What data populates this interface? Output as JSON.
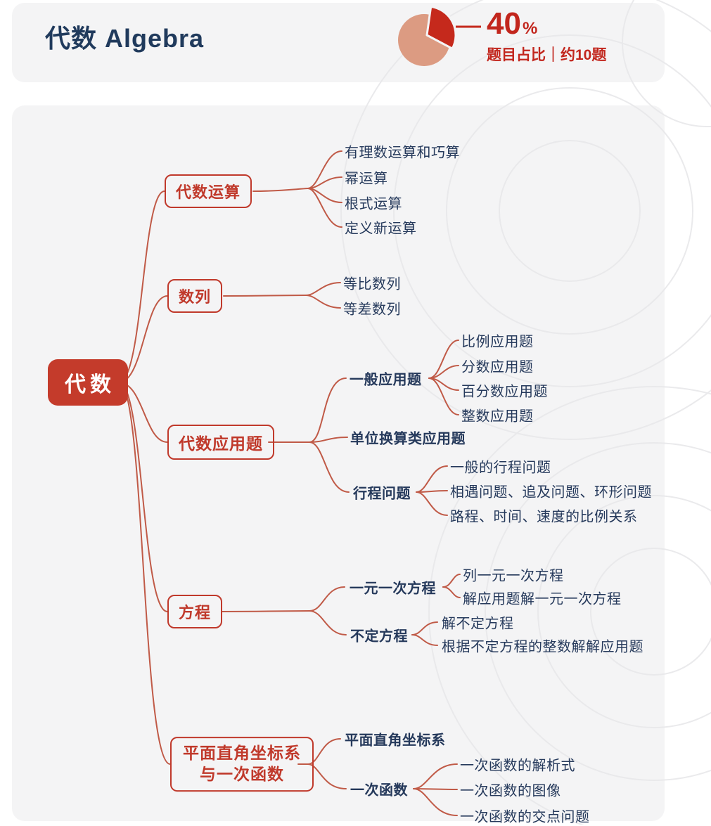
{
  "header": {
    "title": "代数 Algebra",
    "pie_percent": "40",
    "percent_symbol": "%",
    "stat_caption": "题目占比｜约10题"
  },
  "colors": {
    "title_navy": "#203a5c",
    "text_navy": "#25395b",
    "accent_red": "#c0392b",
    "root_red": "#c43b2b",
    "pie_deep_red": "#c5291c",
    "pie_salmon": "#dc9b82",
    "connector": "#c05a47",
    "card_bg": "#f4f4f5",
    "watermark": "#e8e8ea"
  },
  "mindmap": {
    "root_label": "代数",
    "branches": [
      {
        "label": "代数运算",
        "children": [
          {
            "label": "有理数运算和巧算"
          },
          {
            "label": "幂运算"
          },
          {
            "label": "根式运算"
          },
          {
            "label": "定义新运算"
          }
        ]
      },
      {
        "label": "数列",
        "children": [
          {
            "label": "等比数列"
          },
          {
            "label": "等差数列"
          }
        ]
      },
      {
        "label": "代数应用题",
        "children": [
          {
            "label": "一般应用题",
            "children": [
              {
                "label": "比例应用题"
              },
              {
                "label": "分数应用题"
              },
              {
                "label": "百分数应用题"
              },
              {
                "label": "整数应用题"
              }
            ]
          },
          {
            "label": "单位换算类应用题"
          },
          {
            "label": "行程问题",
            "children": [
              {
                "label": "一般的行程问题"
              },
              {
                "label": "相遇问题、追及问题、环形问题"
              },
              {
                "label": "路程、时间、速度的比例关系"
              }
            ]
          }
        ]
      },
      {
        "label": "方程",
        "children": [
          {
            "label": "一元一次方程",
            "children": [
              {
                "label": "列一元一次方程"
              },
              {
                "label": "解应用题解一元一次方程"
              }
            ]
          },
          {
            "label": "不定方程",
            "children": [
              {
                "label": "解不定方程"
              },
              {
                "label": "根据不定方程的整数解解应用题"
              }
            ]
          }
        ]
      },
      {
        "label": "平面直角坐标系与一次函数",
        "label_line1": "平面直角坐标系",
        "label_line2": "与一次函数",
        "children": [
          {
            "label": "平面直角坐标系"
          },
          {
            "label": "一次函数",
            "children": [
              {
                "label": "一次函数的解析式"
              },
              {
                "label": "一次函数的图像"
              },
              {
                "label": "一次函数的交点问题"
              }
            ]
          }
        ]
      }
    ]
  }
}
